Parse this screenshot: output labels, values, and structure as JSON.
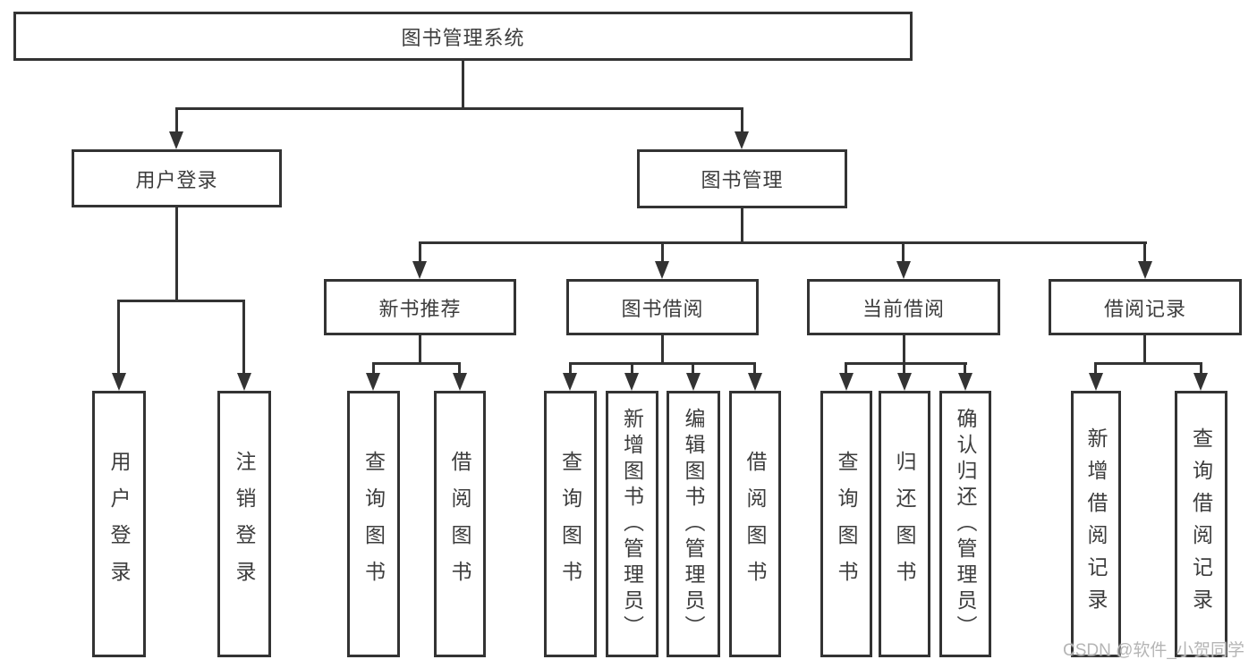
{
  "diagram": {
    "title": "图书管理系统",
    "colors": {
      "line": "#333333",
      "text": "#3d3d3d",
      "watermark": "#b5b5b5",
      "background": "#ffffff"
    },
    "nodes": {
      "root": {
        "label": "图书管理系统"
      },
      "user_login": {
        "label": "用户登录"
      },
      "book_management": {
        "label": "图书管理"
      },
      "new_book_recommend": {
        "label": "新书推荐"
      },
      "book_borrowing": {
        "label": "图书借阅"
      },
      "current_borrowing": {
        "label": "当前借阅"
      },
      "borrowing_records": {
        "label": "借阅记录"
      },
      "user_login_leaf": {
        "label": "用户登录"
      },
      "logout_leaf": {
        "label": "注销登录"
      },
      "nbr_query_books": {
        "label": "查询图书"
      },
      "nbr_borrow_books": {
        "label": "借阅图书"
      },
      "bb_query_books": {
        "label": "查询图书"
      },
      "bb_add_books": {
        "label": "新增图书（管理员）"
      },
      "bb_edit_books": {
        "label": "编辑图书（管理员）"
      },
      "bb_borrow_books": {
        "label": "借阅图书"
      },
      "cb_query_books": {
        "label": "查询图书"
      },
      "cb_return_books": {
        "label": "归还图书"
      },
      "cb_confirm_return": {
        "label": "确认归还（管理员）"
      },
      "br_add_record": {
        "label": "新增借阅记录"
      },
      "br_query_record": {
        "label": "查询借阅记录"
      }
    },
    "watermark": {
      "text": "CSDN @软件_小贺同学"
    }
  }
}
